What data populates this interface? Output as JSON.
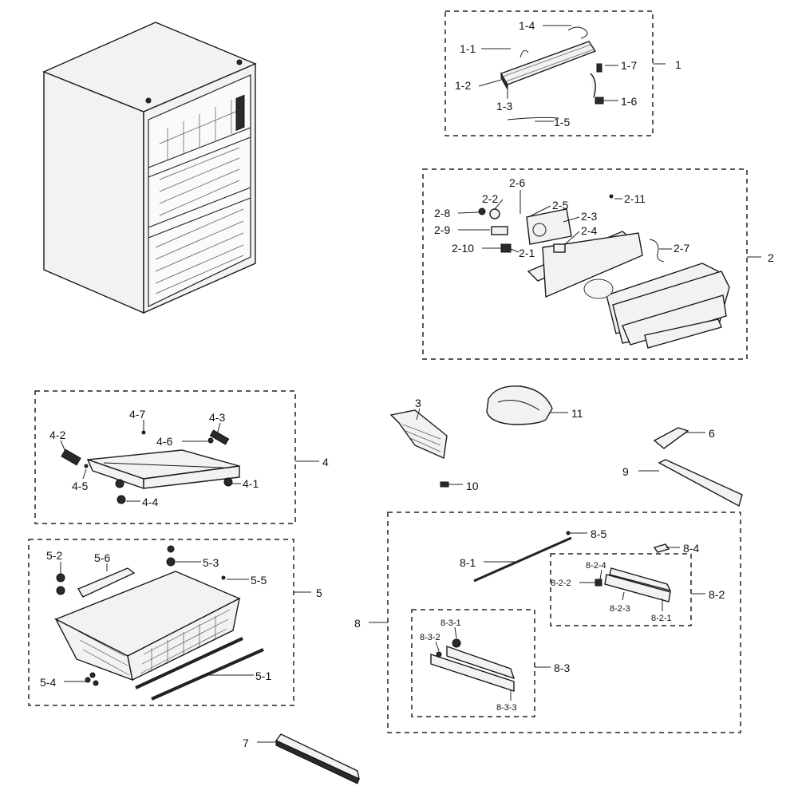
{
  "labels": {
    "g1": [
      "1",
      "1-1",
      "1-2",
      "1-3",
      "1-4",
      "1-5",
      "1-6",
      "1-7"
    ],
    "g2": [
      "2",
      "2-1",
      "2-2",
      "2-3",
      "2-4",
      "2-5",
      "2-6",
      "2-7",
      "2-8",
      "2-9",
      "2-10",
      "2-11"
    ],
    "singles": [
      "3",
      "6",
      "7",
      "9",
      "10",
      "11"
    ],
    "g4": [
      "4",
      "4-1",
      "4-2",
      "4-3",
      "4-4",
      "4-5",
      "4-6",
      "4-7"
    ],
    "g5": [
      "5",
      "5-1",
      "5-2",
      "5-3",
      "5-4",
      "5-5",
      "5-6"
    ],
    "g8": [
      "8",
      "8-1",
      "8-2",
      "8-3",
      "8-4",
      "8-5"
    ],
    "g82": [
      "8-2-1",
      "8-2-2",
      "8-2-3",
      "8-2-4"
    ],
    "g83": [
      "8-3-1",
      "8-3-2",
      "8-3-3"
    ]
  }
}
